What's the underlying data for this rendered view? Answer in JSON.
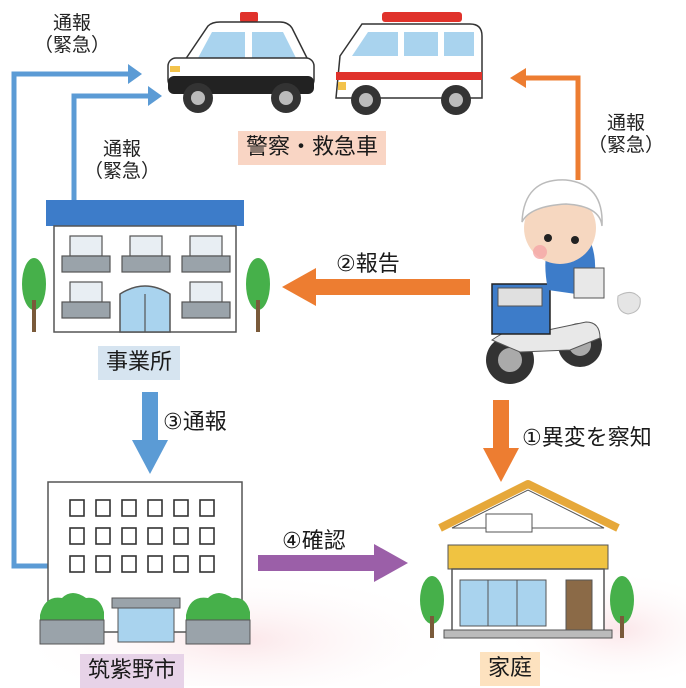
{
  "labels": {
    "police_fire": "警察・救急車",
    "office": "事業所",
    "city": "筑紫野市",
    "home": "家庭"
  },
  "notes": {
    "report_emergency_left_1": "通報",
    "report_emergency_left_2": "（緊急）",
    "report_emergency_mid_1": "通報",
    "report_emergency_mid_2": "（緊急）",
    "report_emergency_right_1": "通報",
    "report_emergency_right_2": "（緊急）"
  },
  "steps": {
    "step1": "①異変を察知",
    "step2": "②報告",
    "step3": "③通報",
    "step4": "④確認"
  },
  "colors": {
    "blue_arrow": "#5b9bd5",
    "orange_arrow": "#ed7d31",
    "purple_arrow": "#9b5fa8",
    "police_label_bg": "#f9d5c4",
    "office_label_bg": "#d6e4f0",
    "city_label_bg": "#e7d3e8",
    "home_label_bg": "#fde2bf"
  }
}
